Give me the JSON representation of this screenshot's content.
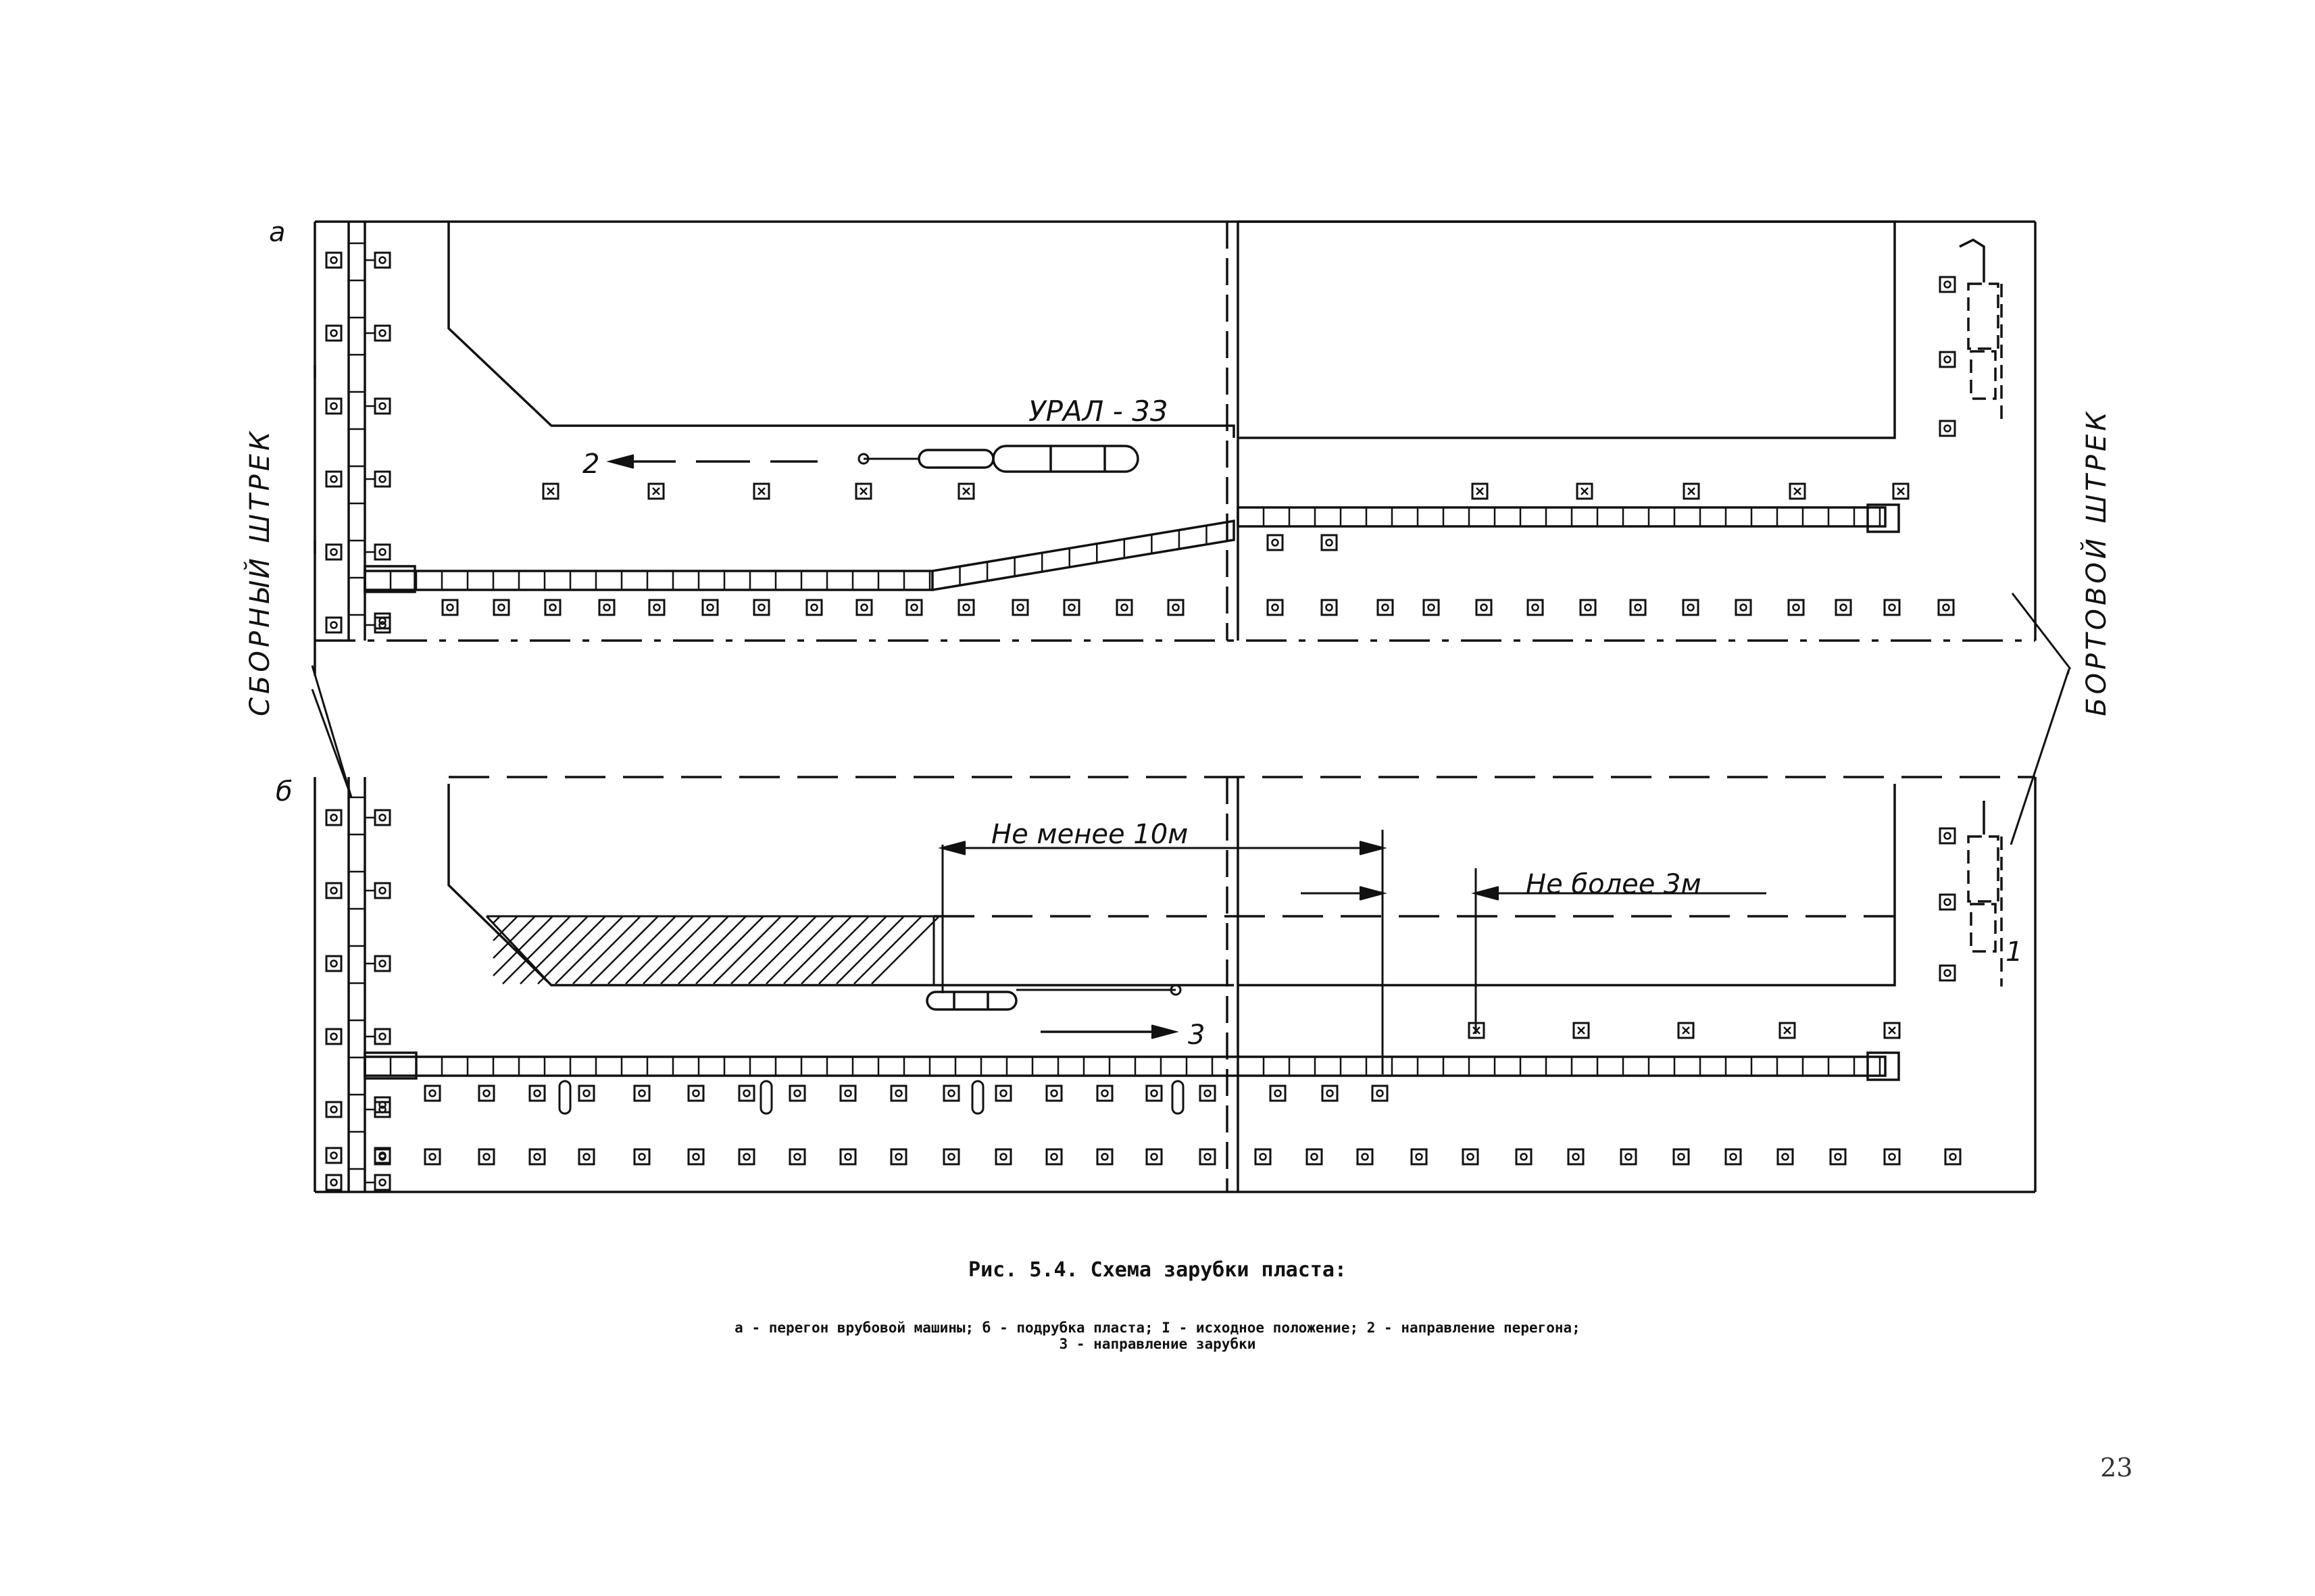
{
  "panels": {
    "a": {
      "letter": "а",
      "machine_label": "УРАЛ - 33",
      "arrow_label": "2"
    },
    "b": {
      "letter": "б",
      "dim_min_label": "Не менее   10м",
      "dim_max_label": "Не более   3м",
      "arrow_label": "3",
      "position_label": "1"
    }
  },
  "side_labels": {
    "left": "СБОРНЫЙ ШТРЕК",
    "right": "БОРТОВОЙ ШТРЕК"
  },
  "caption": {
    "title": "Рис. 5.4. Схема зарубки пласта:",
    "line1": "а - перегон врубовой машины; б - подрубка пласта; I - исходное положение;  2 - направление перегона;",
    "line2": "3 - направление зарубки"
  },
  "page_number": "23",
  "colors": {
    "ink": "#111111",
    "paper": "#ffffff"
  }
}
